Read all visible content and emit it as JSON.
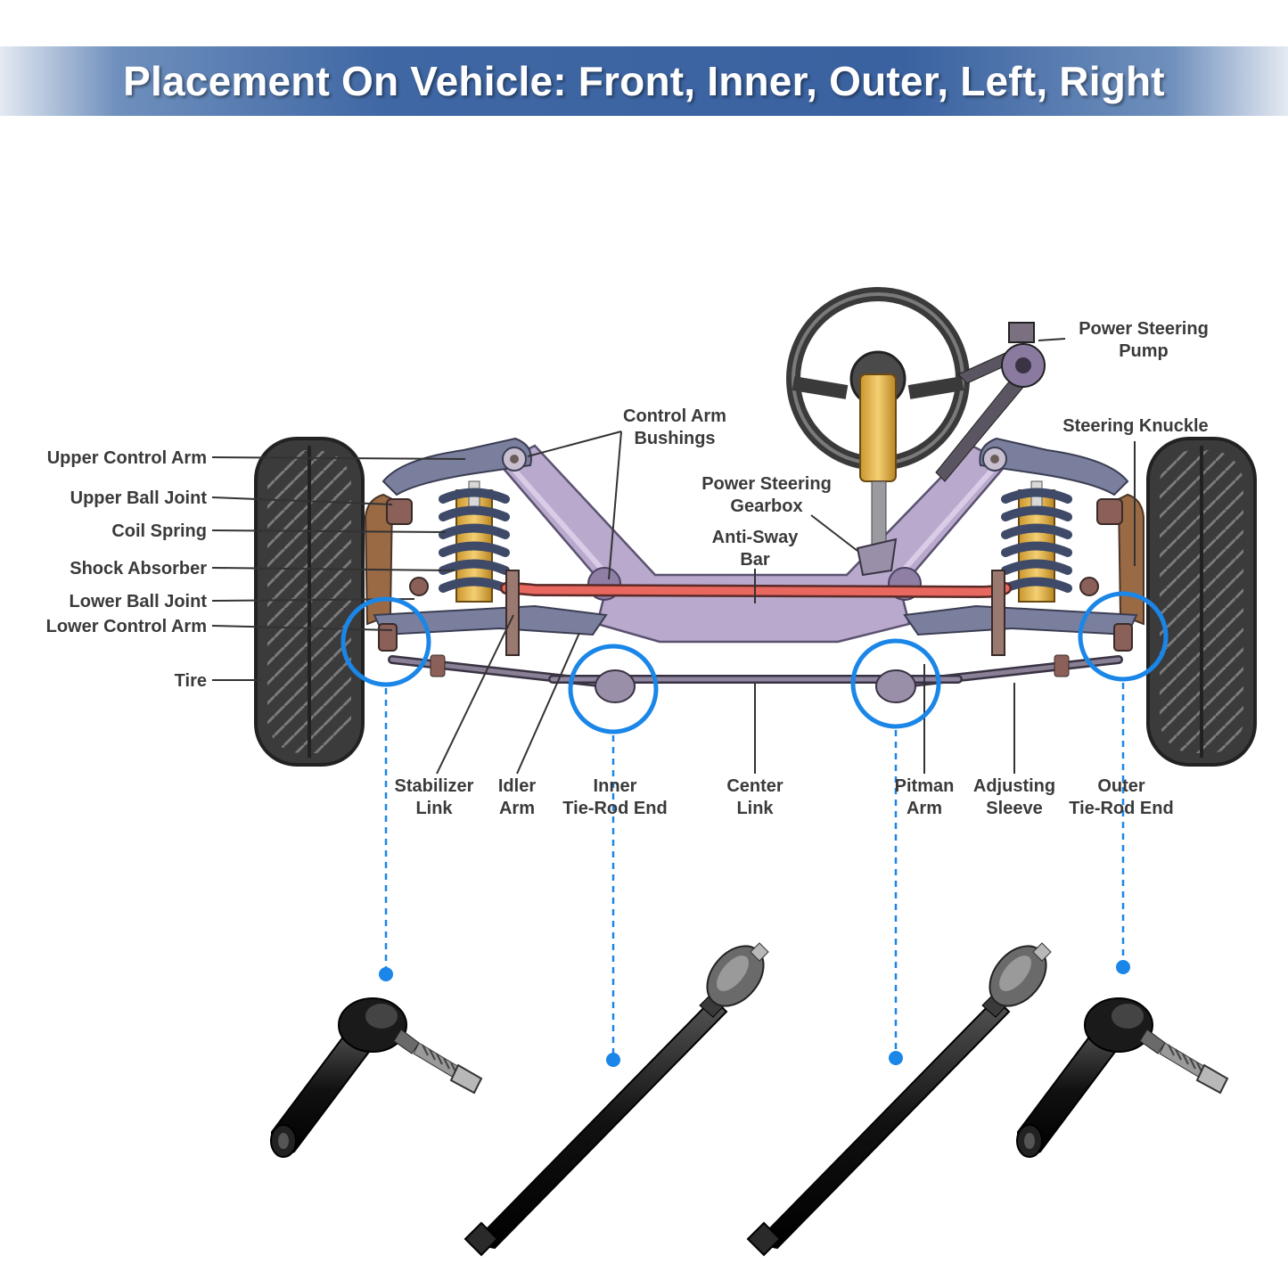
{
  "banner": {
    "title": "Placement On Vehicle: Front, Inner, Outer, Left, Right"
  },
  "colors": {
    "banner_blue": "#3a62a0",
    "highlight_blue": "#1a86e8",
    "frame_lavender": "#b9a9cc",
    "sway_bar": "#e8675f",
    "spring": "#3e4a68",
    "tire": "#3b3b3b",
    "label_text": "#3a3a3a"
  },
  "labels": {
    "upper_control_arm": "Upper Control Arm",
    "upper_ball_joint": "Upper Ball Joint",
    "coil_spring": "Coil Spring",
    "shock_absorber": "Shock Absorber",
    "lower_ball_joint": "Lower Ball Joint",
    "lower_control_arm": "Lower Control Arm",
    "tire": "Tire",
    "control_arm_bushings_1": "Control Arm",
    "control_arm_bushings_2": "Bushings",
    "power_steering_gearbox_1": "Power Steering",
    "power_steering_gearbox_2": "Gearbox",
    "anti_sway_bar_1": "Anti-Sway",
    "anti_sway_bar_2": "Bar",
    "power_steering_pump_1": "Power Steering",
    "power_steering_pump_2": "Pump",
    "steering_knuckle": "Steering Knuckle",
    "stabilizer_link_1": "Stabilizer",
    "stabilizer_link_2": "Link",
    "idler_arm_1": "Idler",
    "idler_arm_2": "Arm",
    "inner_tie_rod_1": "Inner",
    "inner_tie_rod_2": "Tie-Rod End",
    "center_link_1": "Center",
    "center_link_2": "Link",
    "pitman_arm_1": "Pitman",
    "pitman_arm_2": "Arm",
    "adjusting_sleeve_1": "Adjusting",
    "adjusting_sleeve_2": "Sleeve",
    "outer_tie_rod_1": "Outer",
    "outer_tie_rod_2": "Tie-Rod End"
  }
}
